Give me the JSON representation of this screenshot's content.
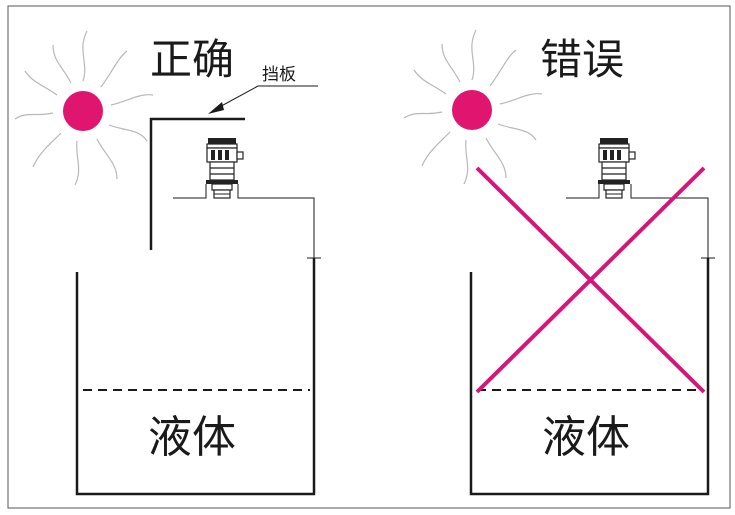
{
  "left": {
    "title": "正确",
    "baffle_label": "挡板",
    "liquid_label": "液体"
  },
  "right": {
    "title": "错误",
    "liquid_label": "液体"
  },
  "colors": {
    "sun": "#e0156f",
    "cross": "#d6157a",
    "line": "#1a1a1a",
    "rays": "#b8b8b8"
  },
  "icons": [
    "sun-icon",
    "ultrasonic-sensor-icon",
    "cross-mark-icon"
  ]
}
